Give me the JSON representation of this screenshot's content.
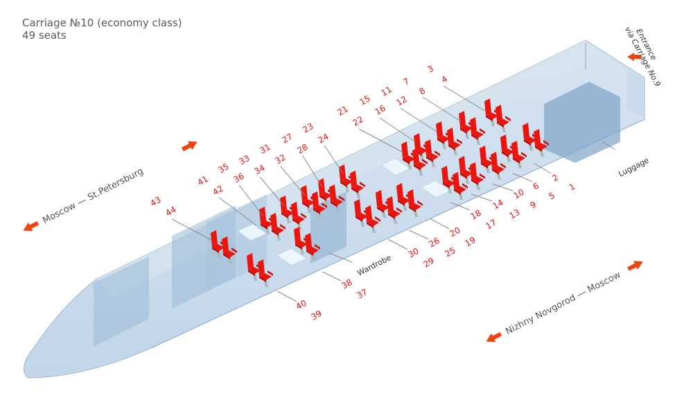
{
  "header": {
    "title": "Carriage №10 (economy class)",
    "seats": "49 seats"
  },
  "directions": {
    "left": "Moscow — St.Petersburg",
    "right": "Nizhny Novgorod — Moscow",
    "entrance_line1": "Entrance",
    "entrance_line2": "via Carriage No.9"
  },
  "zones": {
    "luggage": "Luggage",
    "wardrobe": "Wardrobe"
  },
  "seat_labels": {
    "1": "1",
    "2": "2",
    "3": "3",
    "4": "4",
    "5": "5",
    "6": "6",
    "7": "7",
    "8": "8",
    "9": "9",
    "10": "10",
    "11": "11",
    "12": "12",
    "13": "13",
    "14": "14",
    "15": "15",
    "16": "16",
    "17": "17",
    "18": "18",
    "19": "19",
    "20": "20",
    "21": "21",
    "22": "22",
    "23": "23",
    "24": "24",
    "25": "25",
    "26": "26",
    "27": "27",
    "28": "28",
    "29": "29",
    "30": "30",
    "31": "31",
    "32": "32",
    "33": "33",
    "34": "34",
    "35": "35",
    "36": "36",
    "37": "37",
    "38": "38",
    "39": "39",
    "40": "40",
    "41": "41",
    "42": "42",
    "43": "43",
    "44": "44"
  },
  "colors": {
    "seat": "#e8160e",
    "accent": "#ee4411",
    "hull": "#b9cfe4"
  }
}
